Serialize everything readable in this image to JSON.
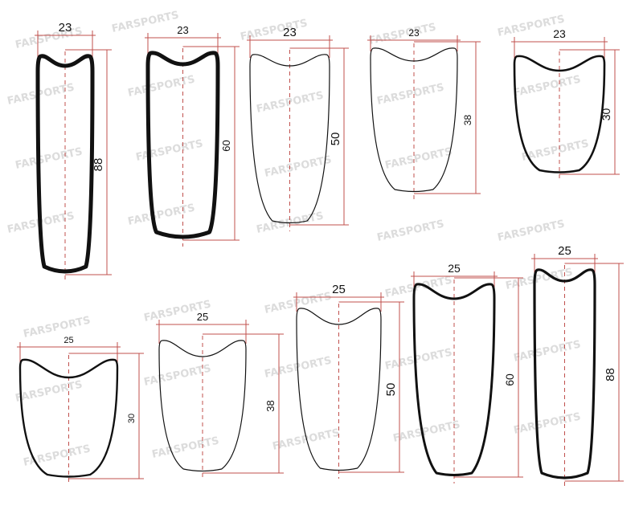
{
  "watermark": "FARSPORTS",
  "colors": {
    "dimension_line": "#c0504d",
    "centerline": "#c0504d",
    "profile": "#111111",
    "watermark": "#dcdcdc"
  },
  "profiles": [
    {
      "width": "23",
      "depth": "88"
    },
    {
      "width": "23",
      "depth": "60"
    },
    {
      "width": "23",
      "depth": "50"
    },
    {
      "width": "23",
      "depth": "38"
    },
    {
      "width": "23",
      "depth": "30"
    },
    {
      "width": "25",
      "depth": "30"
    },
    {
      "width": "25",
      "depth": "38"
    },
    {
      "width": "25",
      "depth": "50"
    },
    {
      "width": "25",
      "depth": "60"
    },
    {
      "width": "25",
      "depth": "88"
    }
  ]
}
